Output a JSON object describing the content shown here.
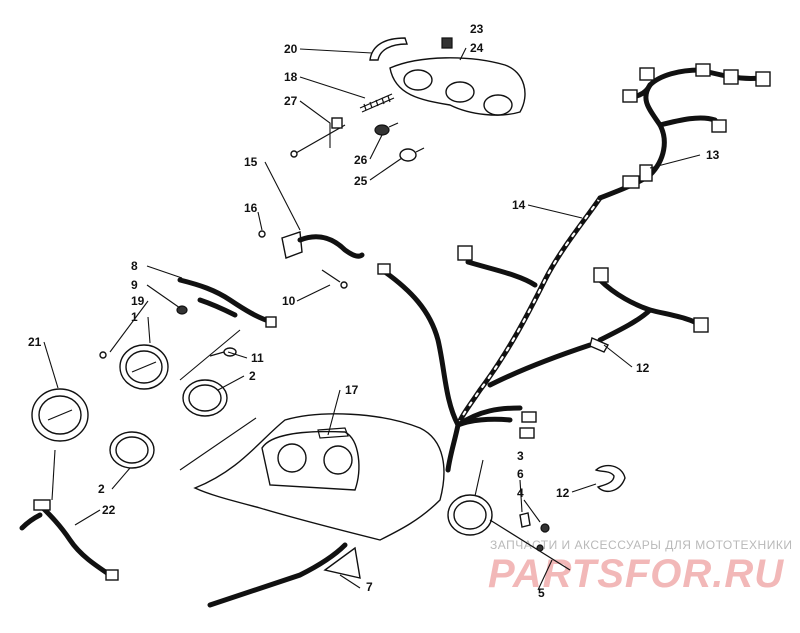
{
  "callouts": {
    "p1": "1",
    "p2a": "2",
    "p2b": "2",
    "p3": "3",
    "p4": "4",
    "p5": "5",
    "p6": "6",
    "p7": "7",
    "p8": "8",
    "p9": "9",
    "p10": "10",
    "p11": "11",
    "p12a": "12",
    "p12b": "12",
    "p13": "13",
    "p14": "14",
    "p15": "15",
    "p16": "16",
    "p17": "17",
    "p18": "18",
    "p19": "19",
    "p20": "20",
    "p21": "21",
    "p22": "22",
    "p23": "23",
    "p24": "24",
    "p25": "25",
    "p26": "26",
    "p27": "27"
  },
  "watermark": {
    "tagline": "ЗАПЧАСТИ И АКСЕССУАРЫ ДЛЯ МОТОТЕХНИКИ",
    "brand": "PARTSFOR.RU"
  },
  "colors": {
    "line": "#111111",
    "watermark_text": "#b9b9b9",
    "watermark_brand": "#f2b8b8"
  }
}
